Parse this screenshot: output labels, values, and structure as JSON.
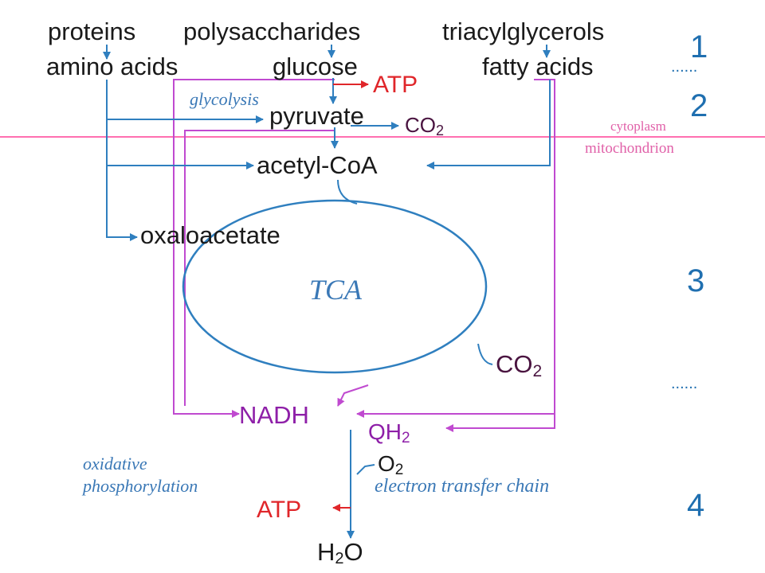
{
  "colors": {
    "blue_arrow": "#2f7fbf",
    "purple_line": "#c04ad0",
    "pink_line": "#ff6fb0",
    "red": "#e0262a",
    "purple_text": "#8e1fa8",
    "dark_purple_text": "#4a1440",
    "stage_blue": "#1f6fb0"
  },
  "molecules": {
    "proteins": "proteins",
    "polysaccharides": "polysaccharides",
    "triacylglycerols": "triacylglycerols",
    "amino_acids": "amino acids",
    "glucose": "glucose",
    "fatty_acids": "fatty acids",
    "pyruvate": "pyruvate",
    "acetyl_coa": "acetyl-CoA",
    "oxaloacetate": "oxaloacetate",
    "nadh": "NADH",
    "qh2_main": "QH",
    "qh2_sub": "2",
    "o2_main": "O",
    "o2_sub": "2",
    "h2o_pre": "H",
    "h2o_sub": "2",
    "h2o_post": "O",
    "co2_main": "CO",
    "co2_sub": "2",
    "atp": "ATP"
  },
  "processes": {
    "glycolysis": "glycolysis",
    "tca": "TCA",
    "oxidative_line1": "oxidative",
    "oxidative_line2": "phosphorylation",
    "etc": "electron transfer chain"
  },
  "compartments": {
    "cytoplasm": "cytoplasm",
    "mitochondrion": "mitochondrion"
  },
  "stages": {
    "one": "1",
    "two": "2",
    "three": "3",
    "four": "4",
    "dots": "......"
  }
}
